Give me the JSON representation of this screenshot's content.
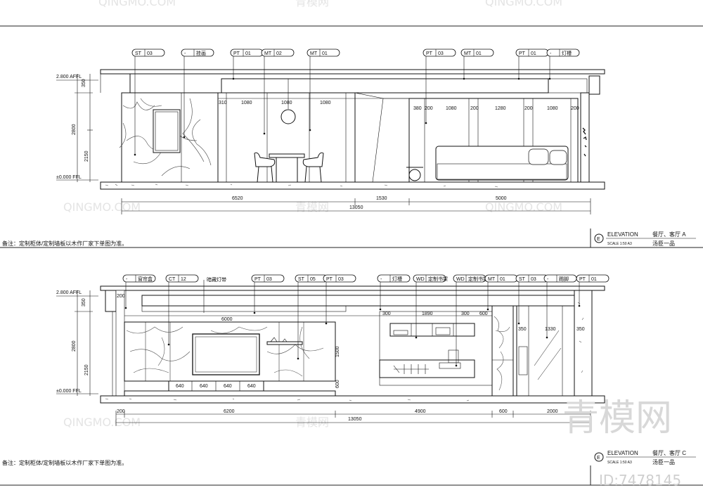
{
  "watermark": {
    "text": "QINGMO.COM",
    "cn": "青模网",
    "big": "青模网",
    "code": "ID:7478145"
  },
  "panelA": {
    "title": "ELEVATION",
    "scale": "SCALE 1:50 A3",
    "subtitle": "餐厅、客厅 A",
    "project": "汤臣一品",
    "note": "备注：定制柜体/定制墙板以木作厂家下单图为准。",
    "levels": [
      "2.800 AFFL",
      "±0.000 FFL"
    ],
    "vdims": [
      "350",
      "2800",
      "2150"
    ],
    "tags": [
      {
        "a": "ST",
        "b": "03"
      },
      {
        "a": "-",
        "b": "挂画"
      },
      {
        "a": "PT",
        "b": "01"
      },
      {
        "a": "MT",
        "b": "02"
      },
      {
        "a": "MT",
        "b": "01"
      },
      {
        "a": "PT",
        "b": "03"
      },
      {
        "a": "MT",
        "b": "01"
      },
      {
        "a": "PT",
        "b": "01"
      },
      {
        "a": "-",
        "b": "灯槽"
      }
    ],
    "topdims": [
      "310",
      "1080",
      "1080",
      "1080",
      "380",
      "200",
      "1080",
      "200",
      "1280",
      "200",
      "1080",
      "200"
    ],
    "botdims": [
      "6520",
      "1530",
      "5000"
    ],
    "total": "13050"
  },
  "panelC": {
    "title": "ELEVATION",
    "scale": "SCALE 1:50 A3",
    "subtitle": "餐厅、客厅 C",
    "project": "汤臣一品",
    "note": "备注：定制柜体/定制墙板以木作厂家下单图为准。",
    "levels": [
      "2.800 AFFL",
      "±0.000 FFL"
    ],
    "vdims": [
      "350",
      "2800",
      "2150"
    ],
    "leader": "暗藏灯带",
    "tags": [
      {
        "a": "-",
        "b": "窗帘盒"
      },
      {
        "a": "CT",
        "b": "12"
      },
      {
        "a": "PT",
        "b": "03"
      },
      {
        "a": "ST",
        "b": "05"
      },
      {
        "a": "PT",
        "b": "03"
      },
      {
        "a": "-",
        "b": "灯槽"
      },
      {
        "a": "WD",
        "b": "定制书架"
      },
      {
        "a": "WD",
        "b": "定制书架"
      },
      {
        "a": "MT",
        "b": "01"
      },
      {
        "a": "ST",
        "b": "03"
      },
      {
        "a": "-",
        "b": "踢脚"
      },
      {
        "a": "PT",
        "b": "01"
      }
    ],
    "topdims": [
      "200",
      "6000",
      "300",
      "1890",
      "300",
      "600",
      "350",
      "1330",
      "350"
    ],
    "middims": [
      "1500",
      "600"
    ],
    "cabdims": [
      "640",
      "640",
      "640",
      "640"
    ],
    "botdims": [
      "200",
      "6200",
      "4900",
      "600",
      "2000"
    ],
    "total": "13050"
  }
}
